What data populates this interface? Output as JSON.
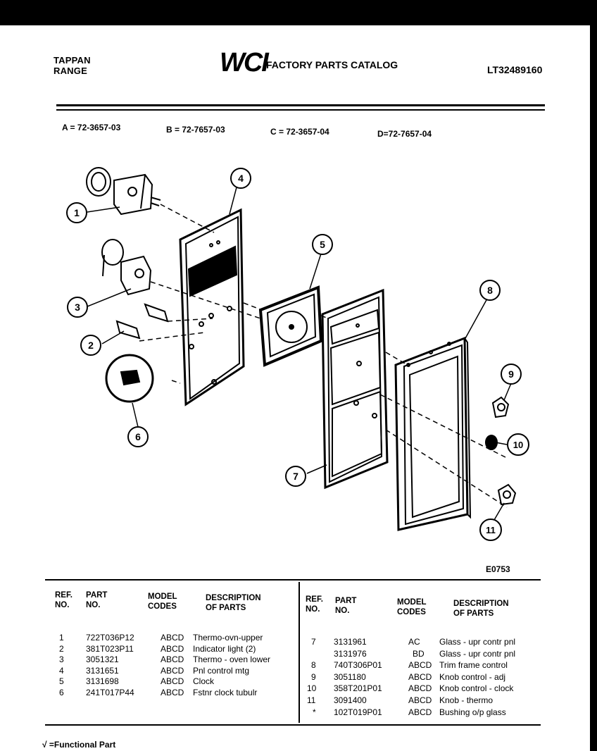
{
  "header": {
    "brand_line1": "TAPPAN",
    "brand_line2": "RANGE",
    "logo": "WCI",
    "catalog_title": "FACTORY PARTS CATALOG",
    "catalog_number": "LT32489160"
  },
  "model_codes": [
    "A = 72-3657-03",
    "B = 72-7657-03",
    "C = 72-3657-04",
    "D=72-7657-04"
  ],
  "diagram": {
    "figure_id": "E0753",
    "callouts": [
      "1",
      "2",
      "3",
      "4",
      "5",
      "6",
      "7",
      "8",
      "9",
      "10",
      "11"
    ]
  },
  "table": {
    "headers": {
      "ref": [
        "REF.",
        "NO."
      ],
      "part": [
        "PART",
        "NO."
      ],
      "model": [
        "MODEL",
        "CODES"
      ],
      "desc": [
        "DESCRIPTION",
        "OF PARTS"
      ]
    },
    "left_rows": [
      {
        "ref": "1",
        "part": "722T036P12",
        "codes": "ABCD",
        "desc": "Thermo-ovn-upper"
      },
      {
        "ref": "2",
        "part": "381T023P11",
        "codes": "ABCD",
        "desc": "Indicator light (2)"
      },
      {
        "ref": "3",
        "part": "3051321",
        "codes": "ABCD",
        "desc": "Thermo - oven lower"
      },
      {
        "ref": "4",
        "part": "3131651",
        "codes": "ABCD",
        "desc": "Pnl control mtg"
      },
      {
        "ref": "5",
        "part": "3131698",
        "codes": "ABCD",
        "desc": "Clock"
      },
      {
        "ref": "6",
        "part": "241T017P44",
        "codes": "ABCD",
        "desc": "Fstnr clock tubulr"
      }
    ],
    "right_rows": [
      {
        "ref": "7",
        "part": "3131961",
        "codes": "AC",
        "desc": "Glass - upr contr pnl"
      },
      {
        "ref": "",
        "part": "3131976",
        "codes": "BD",
        "desc": "Glass - upr contr pnl"
      },
      {
        "ref": "8",
        "part": "740T306P01",
        "codes": "ABCD",
        "desc": "Trim frame control"
      },
      {
        "ref": "9",
        "part": "3051180",
        "codes": "ABCD",
        "desc": "Knob control - adj"
      },
      {
        "ref": "10",
        "part": "358T201P01",
        "codes": "ABCD",
        "desc": "Knob control - clock"
      },
      {
        "ref": "11",
        "part": "3091400",
        "codes": "ABCD",
        "desc": "Knob - thermo"
      },
      {
        "ref": "*",
        "part": "102T019P01",
        "codes": "ABCD",
        "desc": "Bushing o/p glass"
      }
    ]
  },
  "footer": {
    "note": "√ =Functional Part"
  }
}
